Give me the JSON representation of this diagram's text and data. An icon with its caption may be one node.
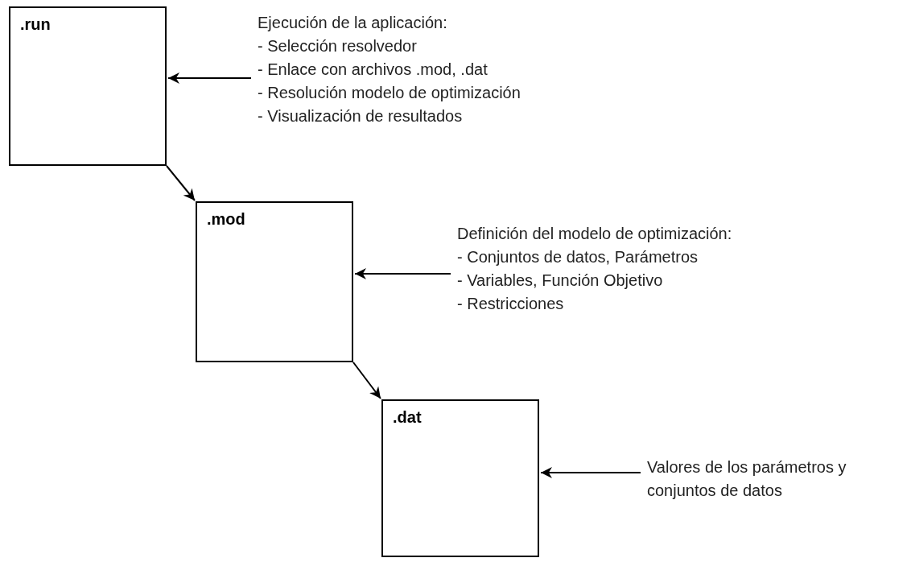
{
  "diagram": {
    "nodes": [
      {
        "text": [
          ".run"
        ]
      },
      {
        "text": [
          ".mod"
        ]
      },
      {
        "text": [
          ".dat"
        ]
      },
      {
        "text": [
          "Ejecución de la aplicación:",
          "- Selección resolvedor",
          "- Enlace con archivos .mod, .dat",
          "- Resolución modelo de optimización",
          "- Visualización de resultados"
        ]
      },
      {
        "text": [
          "Definición del modelo de optimización:",
          "- Conjuntos de datos, Parámetros",
          "- Variables, Función Objetivo",
          "- Restricciones"
        ]
      },
      {
        "text": [
          "Valores de los parámetros y conjuntos de datos"
        ]
      }
    ],
    "edges": [
      {
        "from": 0,
        "to": 1,
        "arrow": "to"
      },
      {
        "from": 1,
        "to": 2,
        "arrow": "to"
      },
      {
        "from": 3,
        "to": 0,
        "arrow": "to"
      },
      {
        "from": 4,
        "to": 1,
        "arrow": "to"
      },
      {
        "from": 5,
        "to": 2,
        "arrow": "to"
      }
    ]
  }
}
